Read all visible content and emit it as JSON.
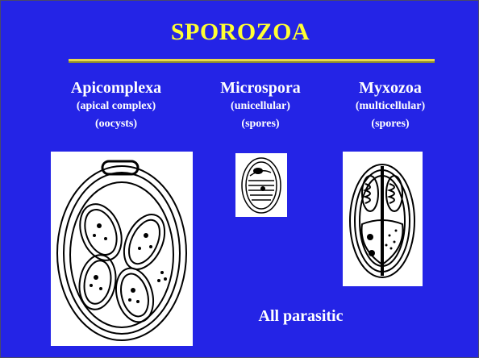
{
  "title": "SPOROZOA",
  "columns": [
    {
      "name": "Apicomplexa",
      "lines": [
        "(apical complex)",
        "(oocysts)"
      ]
    },
    {
      "name": "Microspora",
      "lines": [
        "(unicellular)",
        "(spores)"
      ]
    },
    {
      "name": "Myxozoa",
      "lines": [
        "(multicellular)",
        "(spores)"
      ]
    }
  ],
  "footer": "All parasitic",
  "colors": {
    "background": "#2424e6",
    "title": "#ffff33",
    "text": "#ffffff",
    "rule": "#e8d84c"
  }
}
